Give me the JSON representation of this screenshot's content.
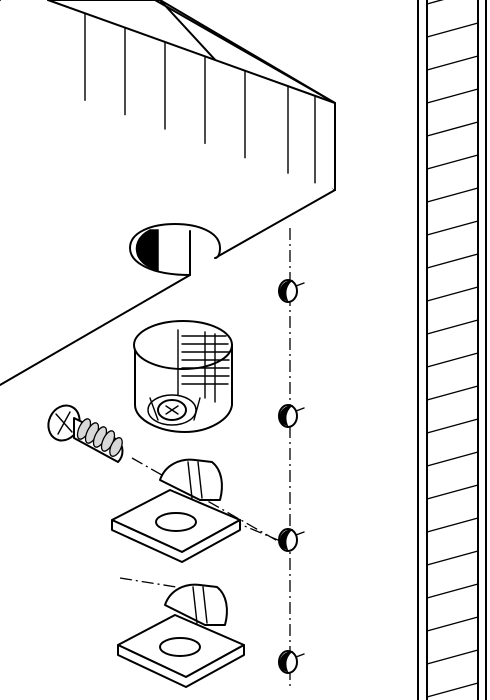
{
  "diagram": {
    "kind": "exploded assembly drawing",
    "parts": [
      "shelf-board",
      "side-panel",
      "drilled-pin-holes",
      "connector-housing",
      "euro-screw",
      "shelf-support-clip-upper",
      "shelf-support-clip-lower"
    ],
    "pin_hole_count": 4,
    "colors": {
      "line": "#000000",
      "fill": "#ffffff",
      "shade": "#d8d8d8"
    }
  }
}
